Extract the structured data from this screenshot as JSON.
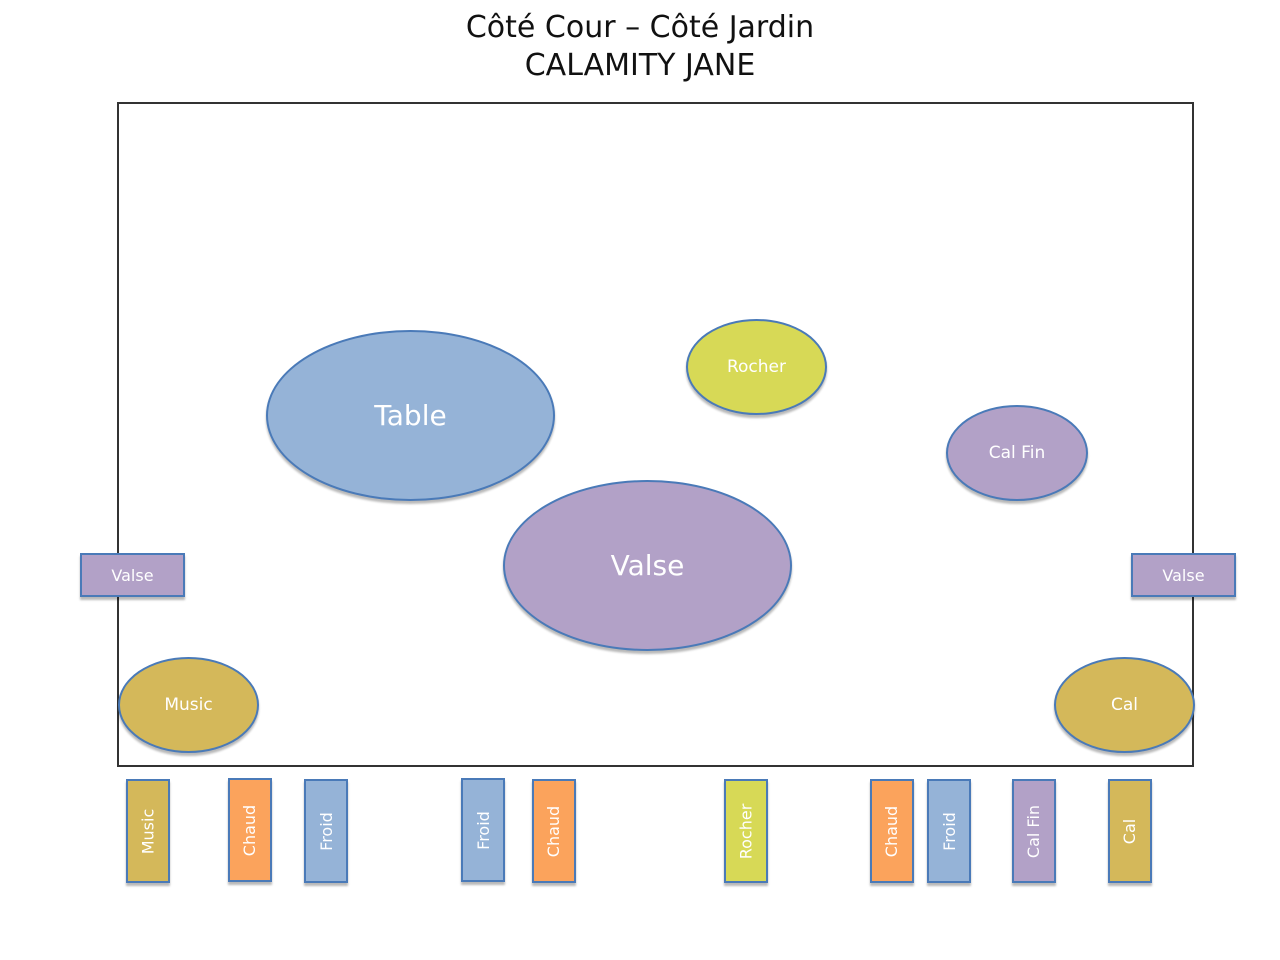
{
  "title_line1": "Côté Cour – Côté Jardin",
  "title_line2": "CALAMITY JANE",
  "stage_shapes": [
    {
      "label": "Table",
      "color": "#95b3d7"
    },
    {
      "label": "Rocher",
      "color": "#d7d956"
    },
    {
      "label": "Valse",
      "color": "#b2a1c7"
    },
    {
      "label": "Cal Fin",
      "color": "#b2a1c7"
    },
    {
      "label": "Music",
      "color": "#d4b85a"
    },
    {
      "label": "Cal",
      "color": "#d4b85a"
    }
  ],
  "wing_labels": {
    "left": "Valse",
    "right": "Valse"
  },
  "bottom_cards": [
    {
      "label": "Music",
      "color": "#d4b85a"
    },
    {
      "label": "Chaud",
      "color": "#fba35c"
    },
    {
      "label": "Froid",
      "color": "#95b3d7"
    },
    {
      "label": "Froid",
      "color": "#95b3d7"
    },
    {
      "label": "Chaud",
      "color": "#fba35c"
    },
    {
      "label": "Rocher",
      "color": "#d7d956"
    },
    {
      "label": "Chaud",
      "color": "#fba35c"
    },
    {
      "label": "Froid",
      "color": "#95b3d7"
    },
    {
      "label": "Cal Fin",
      "color": "#b2a1c7"
    },
    {
      "label": "Cal",
      "color": "#d4b85a"
    }
  ]
}
